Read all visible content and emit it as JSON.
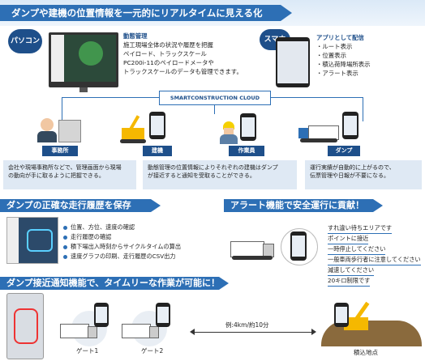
{
  "header": {
    "title": "ダンプや建機の位置情報を一元的にリアルタイムに見える化"
  },
  "pc_section": {
    "label": "パソコン",
    "heading": "動態管理",
    "lines": [
      "施工現場全体の状況や履歴を把握",
      "ペイロード、トラックスケール",
      "PC200i-11のペイロードメータや",
      "トラックスケールのデータも管理できます。"
    ]
  },
  "sp_section": {
    "label": "スマホ",
    "heading": "アプリとして配信",
    "lines": [
      "・ルート表示",
      "・位置表示",
      "・積込荷降場所表示",
      "・アラート表示"
    ]
  },
  "cloud": {
    "label": "SMARTCONSTRUCTION CLOUD"
  },
  "nodes": [
    {
      "label": "事務所"
    },
    {
      "label": "建機"
    },
    {
      "label": "作業員"
    },
    {
      "label": "ダンプ"
    }
  ],
  "descriptions": {
    "office": [
      "会社や現場事務所などで、管理画面から現場",
      "の動向が手に取るように把握できる。"
    ],
    "machine": [
      "動態管理の位置情報によりそれぞれの建機はダンプ",
      "が接近すると通知を受取ることができる。"
    ],
    "dump": [
      "運行実績が自動的に上がるので、",
      "伝票管理や日報が不要になる。"
    ]
  },
  "route_section": {
    "title": "ダンプの正確な走行履歴を保存",
    "bullets": [
      "位置、方位、速度の確認",
      "走行履歴の確認",
      "積下場出入時刻からサイクルタイムの算出",
      "速度グラフの印刷、走行履歴のCSV出力"
    ]
  },
  "alert_section": {
    "title": "アラート機能で安全運行に貢献！",
    "items": [
      "すれ違い待ちエリアです",
      "ポイントに接近",
      "一時停止してください",
      "一般車両歩行者に注意してください",
      "減速してください",
      "20キロ制限です"
    ]
  },
  "approach_section": {
    "title": "ダンプ接近通知機能で、タイムリーな作業が可能に！",
    "gate1": "ゲート1",
    "gate2": "ゲート2",
    "example": "例:4km/約10分",
    "loading": "積込地点"
  },
  "colors": {
    "primary": "#2d6fb5",
    "dark": "#1e4f8a",
    "panel": "#dfe9f4",
    "accent": "#f5b800"
  }
}
